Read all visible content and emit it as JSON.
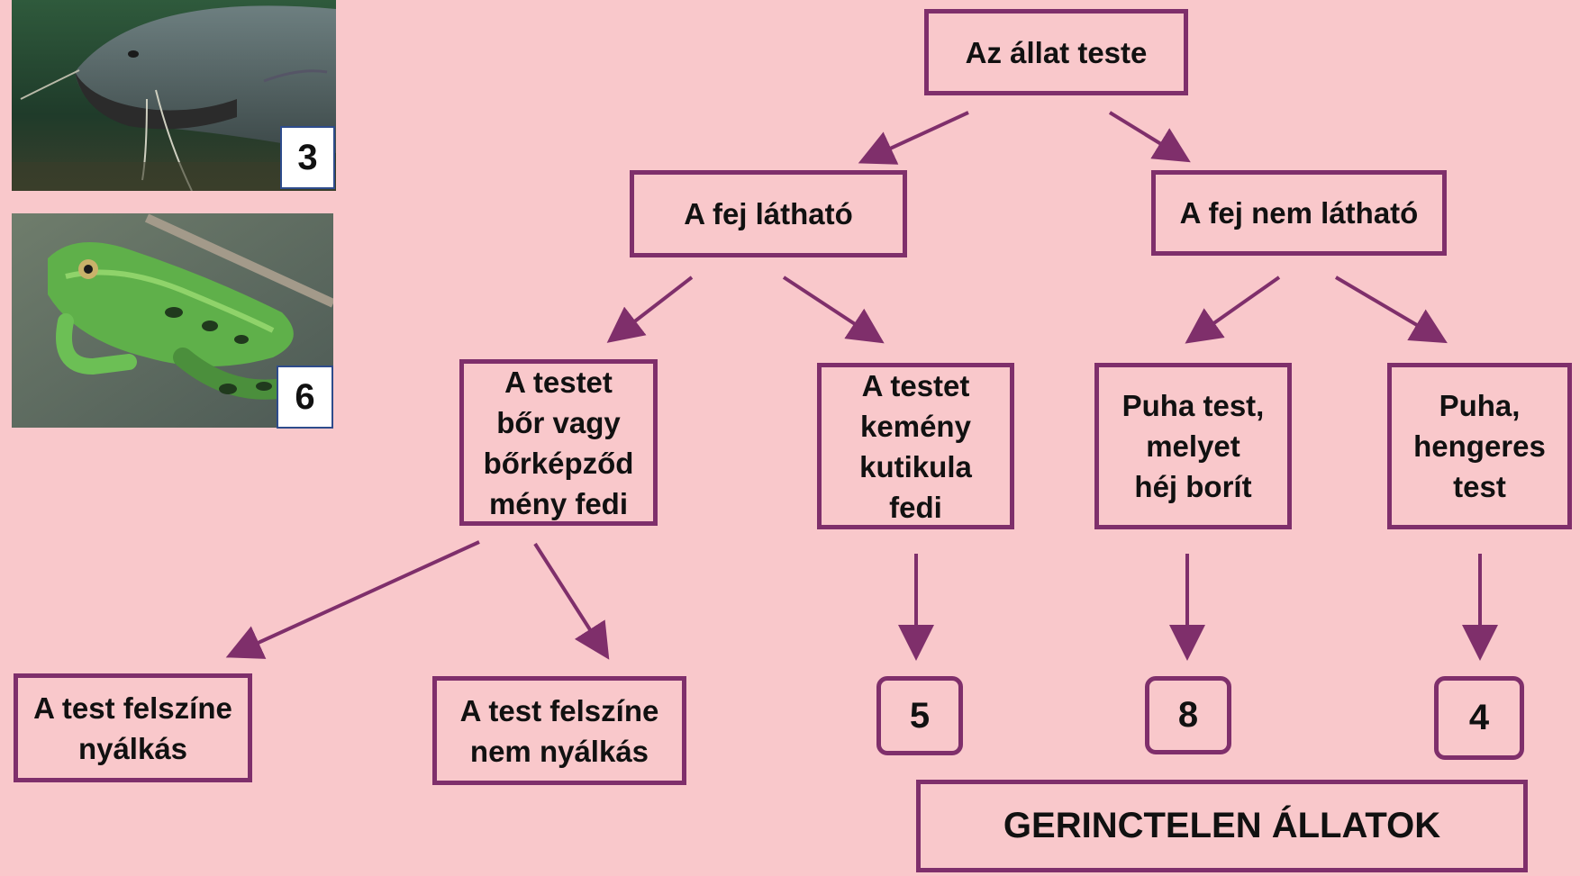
{
  "colors": {
    "background": "#f9c8cb",
    "border": "#7f2f6b",
    "arrow": "#7f2f6b"
  },
  "photos": [
    {
      "subject": "catfish-photo",
      "number": "3"
    },
    {
      "subject": "frog-photo",
      "number": "6"
    }
  ],
  "tree": {
    "root": "Az állat teste",
    "left": "A fej látható",
    "right": "A fej nem látható",
    "skin_covered": "A testet\nbőr vagy\nbőrképződ\nmény fedi",
    "cuticle_covered": "A testet\nkemény\nkutikula\nfedi",
    "soft_shell": "Puha test,\nmelyet\nhéj borít",
    "soft_cylinder": "Puha,\nhengeres\ntest",
    "slimy": "A test felszíne\nnyálkás",
    "not_slimy": "A test felszíne\nnem nyálkás"
  },
  "answers": {
    "cuticle": "5",
    "shell": "8",
    "cylinder": "4"
  },
  "group_label": "GERINCTELEN ÁLLATOK"
}
